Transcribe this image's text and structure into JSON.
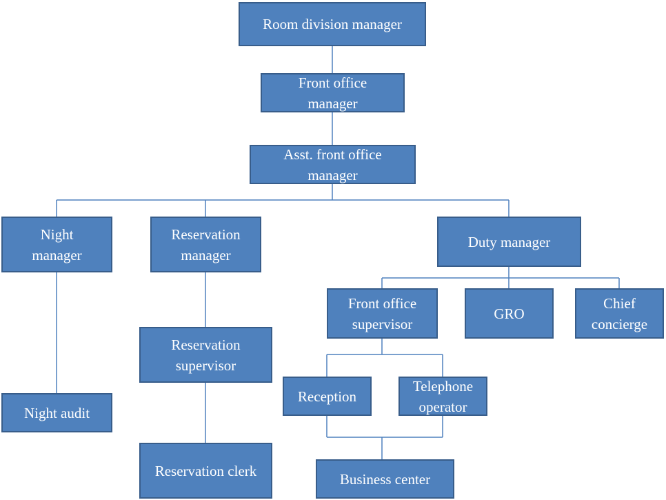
{
  "colors": {
    "box_fill": "#4f81bd",
    "box_border": "#385d8a",
    "connector": "#4f81bd",
    "text": "#ffffff"
  },
  "nodes": [
    {
      "id": "room-division-manager",
      "label": "Room division manager"
    },
    {
      "id": "front-office-manager",
      "label": "Front office manager"
    },
    {
      "id": "asst-front-office-manager",
      "label": "Asst. front office manager"
    },
    {
      "id": "night-manager",
      "label": "Night manager"
    },
    {
      "id": "reservation-manager",
      "label": "Reservation manager"
    },
    {
      "id": "duty-manager",
      "label": "Duty manager"
    },
    {
      "id": "night-audit",
      "label": "Night audit"
    },
    {
      "id": "reservation-supervisor",
      "label": "Reservation supervisor"
    },
    {
      "id": "reservation-clerk",
      "label": "Reservation clerk"
    },
    {
      "id": "front-office-supervisor",
      "label": "Front office supervisor"
    },
    {
      "id": "gro",
      "label": "GRO"
    },
    {
      "id": "chief-concierge",
      "label": "Chief concierge"
    },
    {
      "id": "reception",
      "label": "Reception"
    },
    {
      "id": "telephone-operator",
      "label": "Telephone operator"
    },
    {
      "id": "business-center",
      "label": "Business center"
    }
  ],
  "edges": [
    [
      "room-division-manager",
      "front-office-manager"
    ],
    [
      "front-office-manager",
      "asst-front-office-manager"
    ],
    [
      "asst-front-office-manager",
      "night-manager"
    ],
    [
      "asst-front-office-manager",
      "reservation-manager"
    ],
    [
      "asst-front-office-manager",
      "duty-manager"
    ],
    [
      "night-manager",
      "night-audit"
    ],
    [
      "reservation-manager",
      "reservation-supervisor"
    ],
    [
      "reservation-supervisor",
      "reservation-clerk"
    ],
    [
      "duty-manager",
      "front-office-supervisor"
    ],
    [
      "duty-manager",
      "gro"
    ],
    [
      "duty-manager",
      "chief-concierge"
    ],
    [
      "front-office-supervisor",
      "reception"
    ],
    [
      "front-office-supervisor",
      "telephone-operator"
    ],
    [
      "reception",
      "business-center"
    ],
    [
      "telephone-operator",
      "business-center"
    ]
  ]
}
